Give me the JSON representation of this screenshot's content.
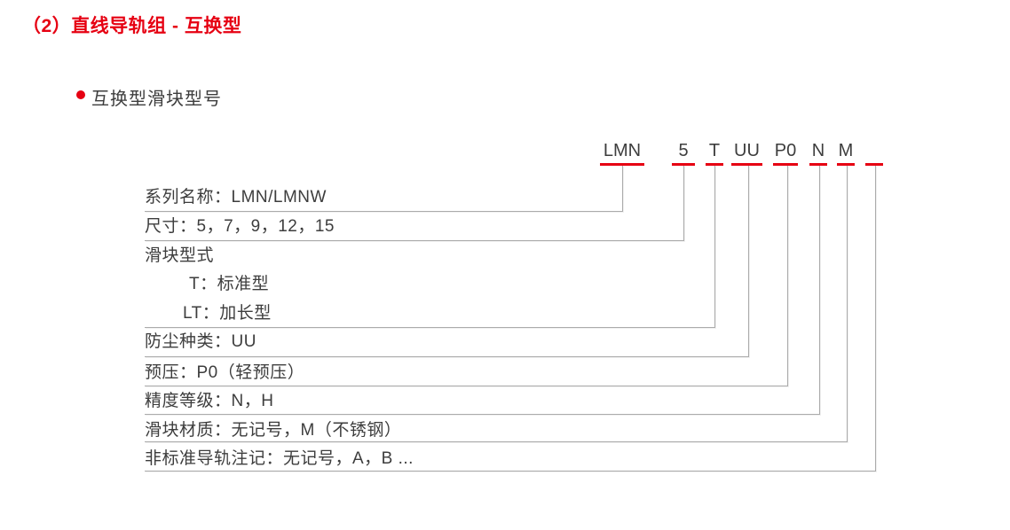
{
  "page": {
    "title": "（2）直线导轨组 - 互换型",
    "section_bullet": "互换型滑块型号"
  },
  "model_code": {
    "segments": [
      {
        "label": "LMN"
      },
      {
        "label": "5"
      },
      {
        "label": "T"
      },
      {
        "label": "UU"
      },
      {
        "label": "P0"
      },
      {
        "label": "N"
      },
      {
        "label": "M"
      },
      {
        "label": ""
      }
    ]
  },
  "legend": {
    "rows": [
      {
        "text": "系列名称：LMN/LMNW"
      },
      {
        "text": "尺寸：5，7，9，12，15"
      },
      {
        "text": "滑块型式"
      },
      {
        "text": "T：标准型"
      },
      {
        "text": "LT：加长型"
      },
      {
        "text": "防尘种类：UU"
      },
      {
        "text": "预压：P0（轻预压）"
      },
      {
        "text": "精度等级：N，H"
      },
      {
        "text": "滑块材质：无记号，M（不锈钢）"
      },
      {
        "text": "非标准导轨注记：无记号，A，B ..."
      }
    ]
  },
  "colors": {
    "accent_red": "#e60012",
    "text": "#3d3d3d",
    "connector_gray": "#ababab"
  }
}
